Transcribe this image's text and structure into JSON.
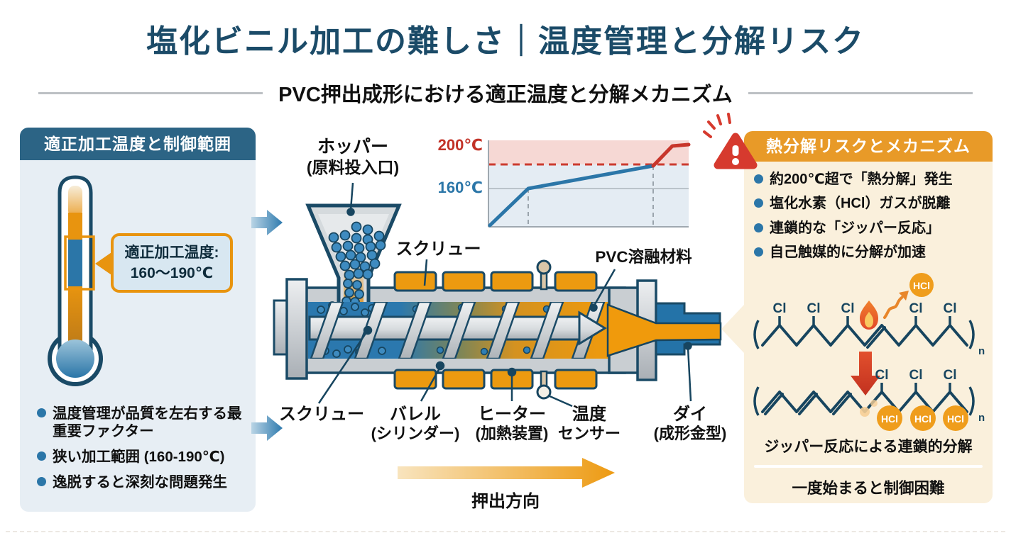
{
  "title": "塩化ビニル加工の難しさ｜温度管理と分解リスク",
  "subtitle": "PVC押出成形における適正温度と分解メカニズム",
  "left_panel": {
    "header": "適正加工温度と制御範囲",
    "callout": {
      "line1": "適正加工温度:",
      "line2": "160〜190℃"
    },
    "bullets": [
      "温度管理が品質を左右する最重要ファクター",
      "狭い加工範囲 (160-190℃)",
      "逸脱すると深刻な問題発生"
    ]
  },
  "machine": {
    "hopper": {
      "line1": "ホッパー",
      "line2": "(原料投入口)"
    },
    "screw_top": "スクリュー",
    "melt": "PVC溶融材料",
    "screw_bottom": "スクリュー",
    "barrel": {
      "line1": "バレル",
      "line2": "(シリンダー)"
    },
    "heater": {
      "line1": "ヒーター",
      "line2": "(加熱装置)"
    },
    "sensor": {
      "line1": "温度",
      "line2": "センサー"
    },
    "die": {
      "line1": "ダイ",
      "line2": "(成形金型)"
    },
    "direction": "押出方向"
  },
  "chart_data": {
    "type": "line",
    "y_tick_labels": [
      "200℃",
      "160℃"
    ],
    "y_tick_colors": [
      "#C23227",
      "#2B76A8"
    ],
    "ylim": [
      125,
      210
    ],
    "series": [
      {
        "color": "#2B76A8",
        "x": [
          0.0,
          0.2,
          0.82
        ],
        "y": [
          128,
          160,
          189
        ]
      },
      {
        "color": "#C8362B",
        "x": [
          0.82,
          0.92,
          1.0
        ],
        "y": [
          189,
          206,
          206
        ]
      }
    ],
    "threshold": {
      "y": 192,
      "style": "dashed",
      "color": "#C8362B"
    },
    "zones": [
      {
        "y_range": [
          192,
          210
        ],
        "color": "#F6D8D4"
      },
      {
        "y_range": [
          125,
          192
        ],
        "color": "#E4ECF3"
      }
    ],
    "grid": false,
    "legend": false
  },
  "right_panel": {
    "header": "熱分解リスクとメカニズム",
    "bullets": [
      "約200℃超で「熱分解」発生",
      "塩化水素（HCl）ガスが脱離",
      "連鎖的な「ジッパー反応」",
      "自己触媒的に分解が加速"
    ],
    "chem": {
      "cl": "Cl",
      "hcl": "HCl",
      "sub_n": "n"
    },
    "caption": "ジッパー反応による連鎖的分解",
    "footer": "一度始まると制御困難"
  },
  "colors": {
    "navy": "#1B4B68",
    "accent_blue": "#2B76A8",
    "accent_orange": "#E8940F",
    "danger_red": "#D63A2E",
    "panel_blue_bg": "#E7EEF4",
    "panel_cream_bg": "#FAF0DC"
  }
}
